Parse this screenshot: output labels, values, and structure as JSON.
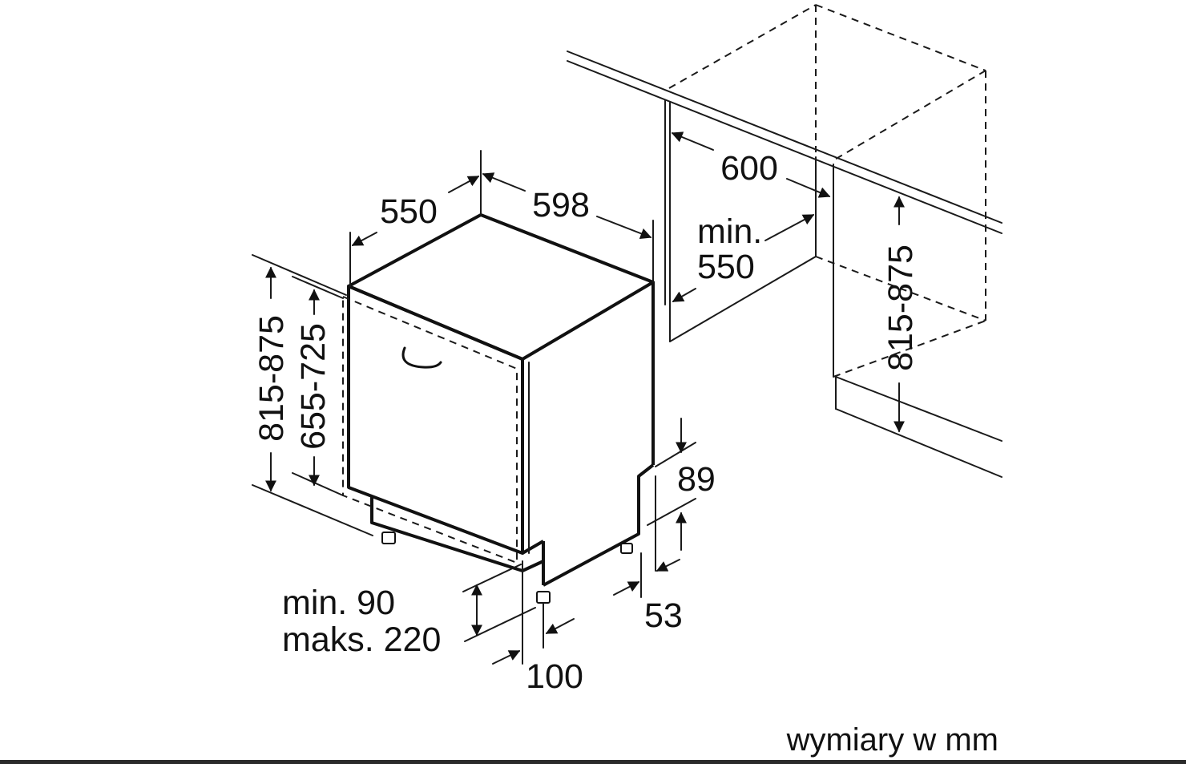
{
  "dimensions": {
    "depth": "550",
    "width": "598",
    "niche_width": "600",
    "niche_depth_line1": "min.",
    "niche_depth_line2": "550",
    "height_left": "815-875",
    "height_front": "655-725",
    "height_niche": "815-875",
    "top_offset": "89",
    "bottom_offset": "53",
    "plinth_line1": "min. 90",
    "plinth_line2": "maks. 220",
    "foot_setback": "100"
  },
  "units_note": "wymiary w mm"
}
